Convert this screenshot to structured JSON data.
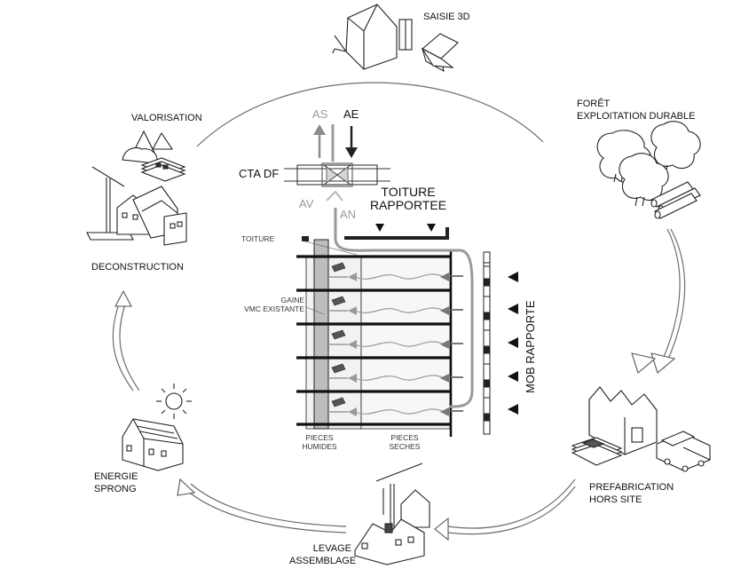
{
  "stages": {
    "saisie_3d": "SAISIE 3D",
    "foret": [
      "FORÊT",
      "EXPLOITATION DURABLE"
    ],
    "prefabrication": [
      "PREFABRICATION",
      "HORS SITE"
    ],
    "levage": [
      "LEVAGE",
      "ASSEMBLAGE"
    ],
    "energie": [
      "ENERGIE",
      "SPRONG"
    ],
    "deconstruction": "DECONSTRUCTION",
    "valorisation": "VALORISATION"
  },
  "section": {
    "cta": "CTA DF",
    "as": "AS",
    "ae": "AE",
    "av": "AV",
    "an": "AN",
    "toiture_rapportee": [
      "TOITURE",
      "RAPPORTEE"
    ],
    "toiture": "TOITURE",
    "gaine": [
      "GAINE",
      "VMC EXISTANTE"
    ],
    "pieces_humides": [
      "PIECES",
      "HUMIDES"
    ],
    "pieces_seches": [
      "PIECES",
      "SECHES"
    ],
    "mob_rapporte": "MOB RAPPORTE"
  },
  "colors": {
    "ink": "#111111",
    "grey": "#8c8c8c",
    "light_grey": "#bdbdbd",
    "fill": "#e9e9e9"
  }
}
